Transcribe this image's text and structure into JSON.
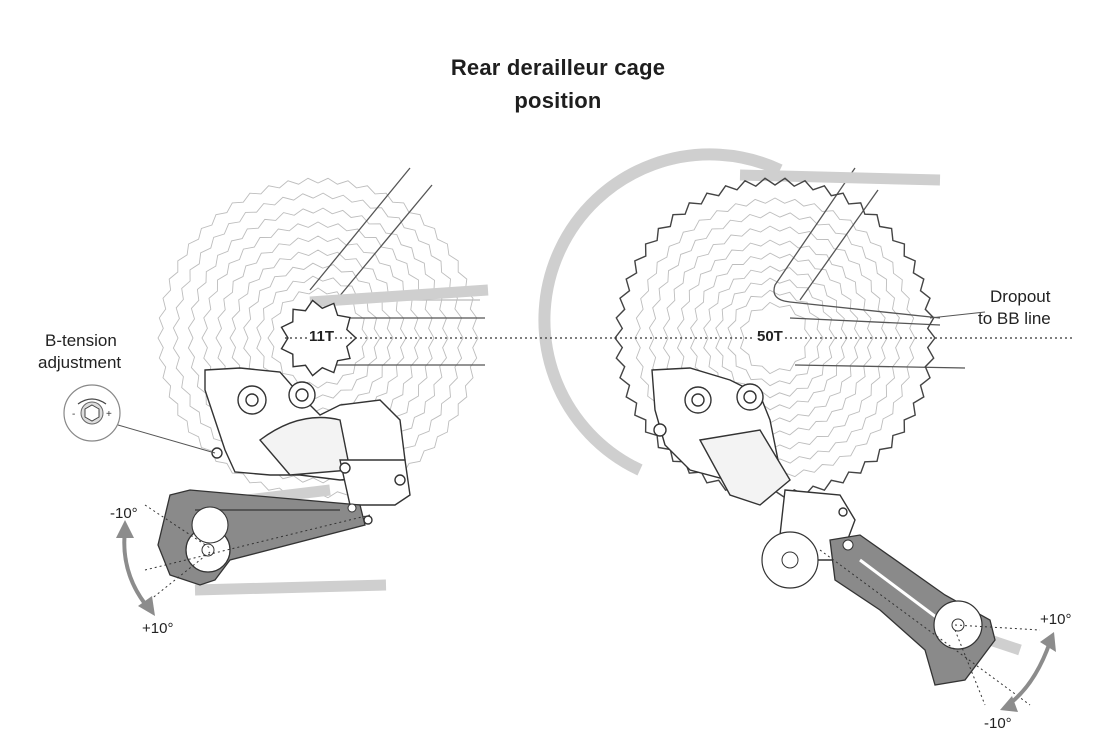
{
  "title": {
    "line1": "Rear derailleur cage",
    "line2": "position"
  },
  "labels": {
    "b_tension_line1": "B-tension",
    "b_tension_line2": "adjustment",
    "dropout_line1": "Dropout",
    "dropout_line2": "to BB line",
    "cog_small": "11T",
    "cog_large": "50T",
    "left_minus": "-10°",
    "left_plus": "+10°",
    "right_plus": "+10°",
    "right_minus": "-10°",
    "knob_minus": "-",
    "knob_plus": "+"
  },
  "colors": {
    "line": "#4a4a4a",
    "light_line": "#b9b9b9",
    "chain_band": "#c8c8c8",
    "cage_fill": "#8a8a8a",
    "arrow_gray": "#8c8c8c"
  }
}
